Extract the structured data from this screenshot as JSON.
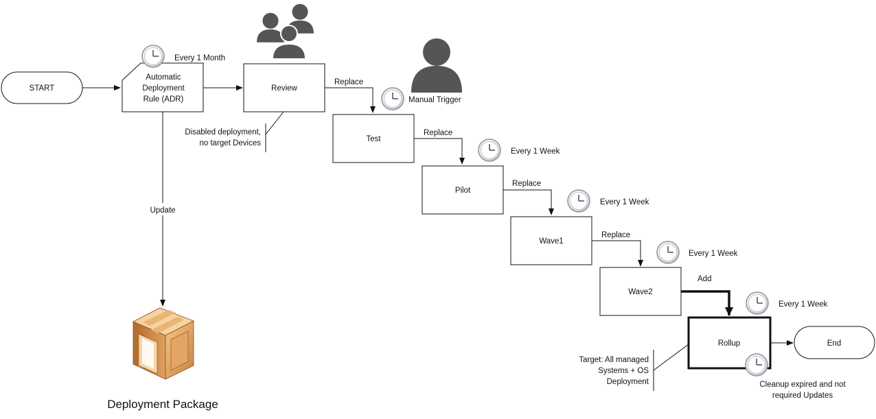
{
  "nodes": {
    "start": "START",
    "adr_line1": "Automatic",
    "adr_line2": "Deployment",
    "adr_line3": "Rule (ADR)",
    "review": "Review",
    "test": "Test",
    "pilot": "Pilot",
    "wave1": "Wave1",
    "wave2": "Wave2",
    "rollup": "Rollup",
    "end": "End"
  },
  "schedules": {
    "adr": "Every 1 Month",
    "test": "Manual Trigger",
    "pilot": "Every 1 Week",
    "wave1": "Every 1 Week",
    "wave2": "Every 1 Week",
    "rollup": "Every 1 Week"
  },
  "edges": {
    "review_test": "Replace",
    "test_pilot": "Replace",
    "pilot_wave1": "Replace",
    "wave1_wave2": "Replace",
    "wave2_rollup": "Add",
    "adr_package": "Update"
  },
  "annotations": {
    "review_line1": "Disabled deployment,",
    "review_line2": "no target Devices",
    "rollup_target_line1": "Target: All managed",
    "rollup_target_line2": "Systems + OS",
    "rollup_target_line3": "Deployment",
    "rollup_cleanup_line1": "Cleanup expired and not",
    "rollup_cleanup_line2": "required Updates"
  },
  "package": {
    "label": "Deployment Package",
    "icon": "wooden-crate-icon"
  },
  "icons": {
    "schedule": "clock-icon",
    "group": "user-group-icon",
    "user": "user-icon"
  }
}
